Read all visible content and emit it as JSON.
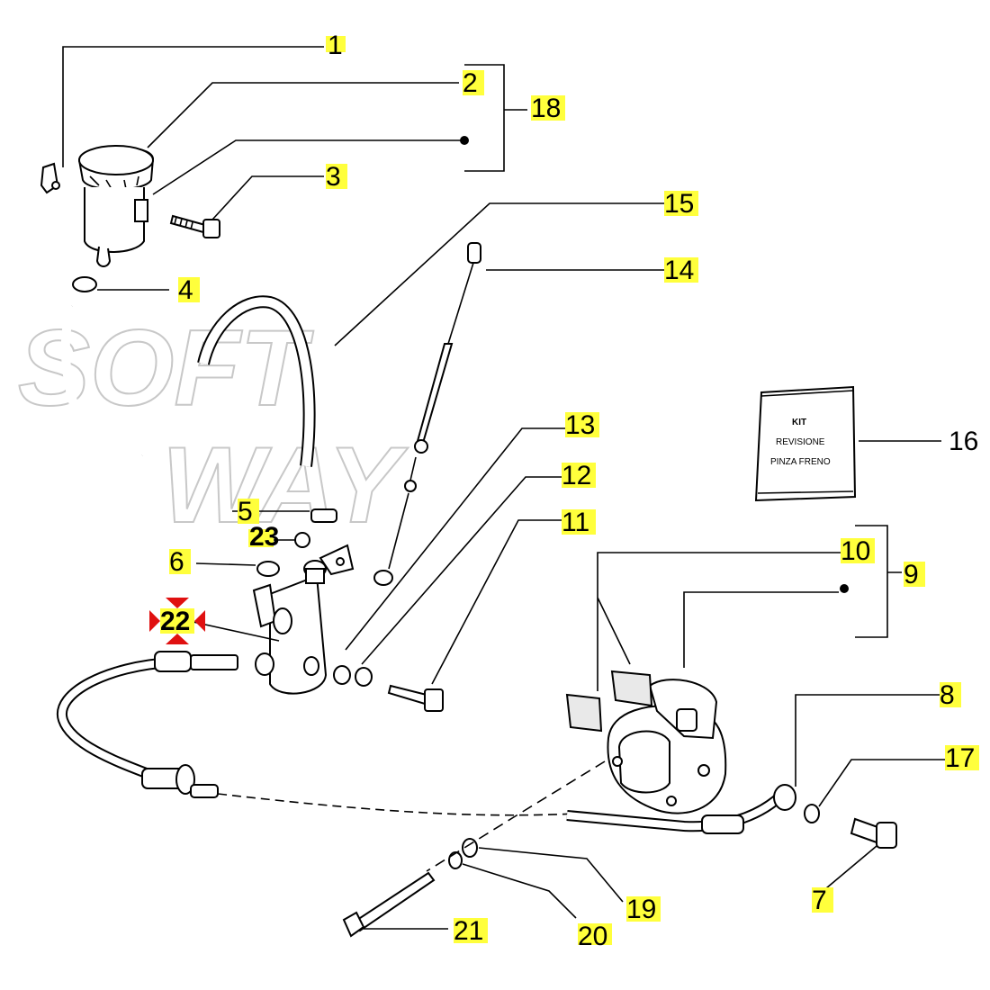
{
  "watermark": {
    "line1": "SOFT",
    "line2": "WAY"
  },
  "kit_card": {
    "line1": "KIT",
    "line2": "REVISIONE",
    "line3": "PINZA FRENO"
  },
  "callouts": {
    "c1": "1",
    "c2": "2",
    "c3": "3",
    "c4": "4",
    "c5": "5",
    "c6": "6",
    "c7": "7",
    "c8": "8",
    "c9": "9",
    "c10": "10",
    "c11": "11",
    "c12": "12",
    "c13": "13",
    "c14": "14",
    "c15": "15",
    "c16": "16",
    "c17": "17",
    "c18": "18",
    "c19": "19",
    "c20": "20",
    "c21": "21",
    "c22": "22",
    "c23": "23"
  },
  "colors": {
    "highlight": "#ffff3c",
    "marker": "#e01010",
    "line": "#000000"
  }
}
